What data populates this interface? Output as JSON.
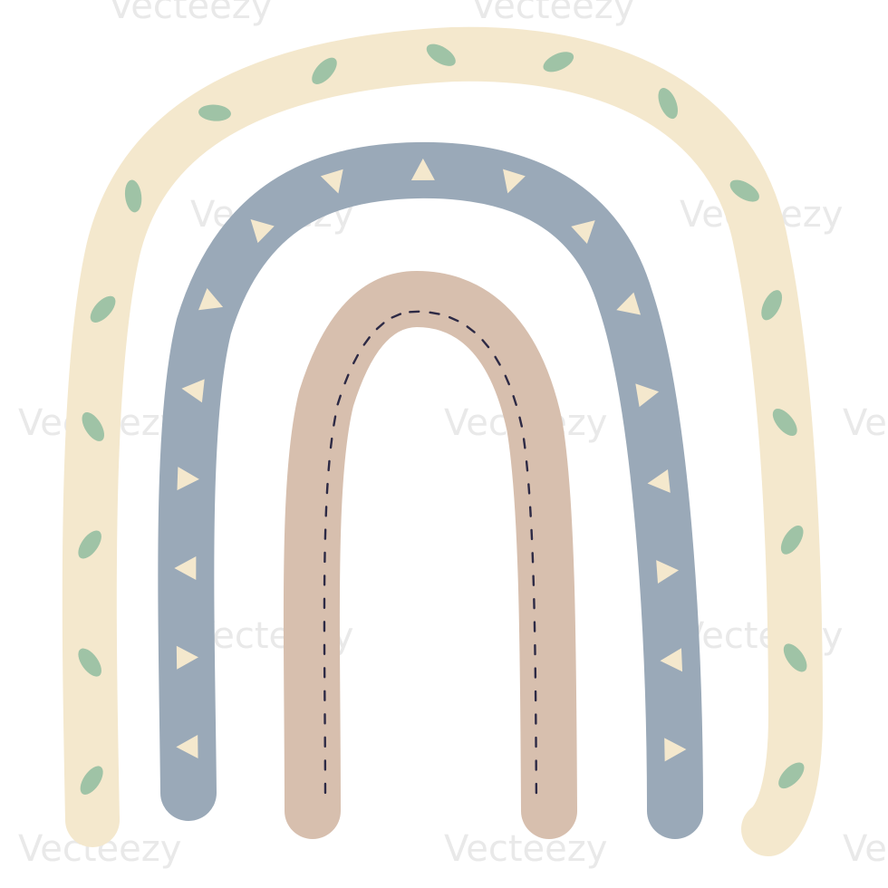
{
  "image": {
    "subject": "boho rainbow",
    "background": "#ffffff"
  },
  "arcs": [
    {
      "name": "outer-arc",
      "color": "#f4e8cd",
      "pattern": "leaves",
      "pattern_color": "#9fc3a6"
    },
    {
      "name": "middle-arc",
      "color": "#9aa9b8",
      "pattern": "triangles",
      "pattern_color": "#f4e8cd"
    },
    {
      "name": "inner-arc",
      "color": "#d7bfae",
      "pattern": "dashes",
      "pattern_color": "#2d2a45"
    }
  ],
  "watermark": {
    "text": "Vecteezy",
    "color": "#e9e9e9"
  }
}
